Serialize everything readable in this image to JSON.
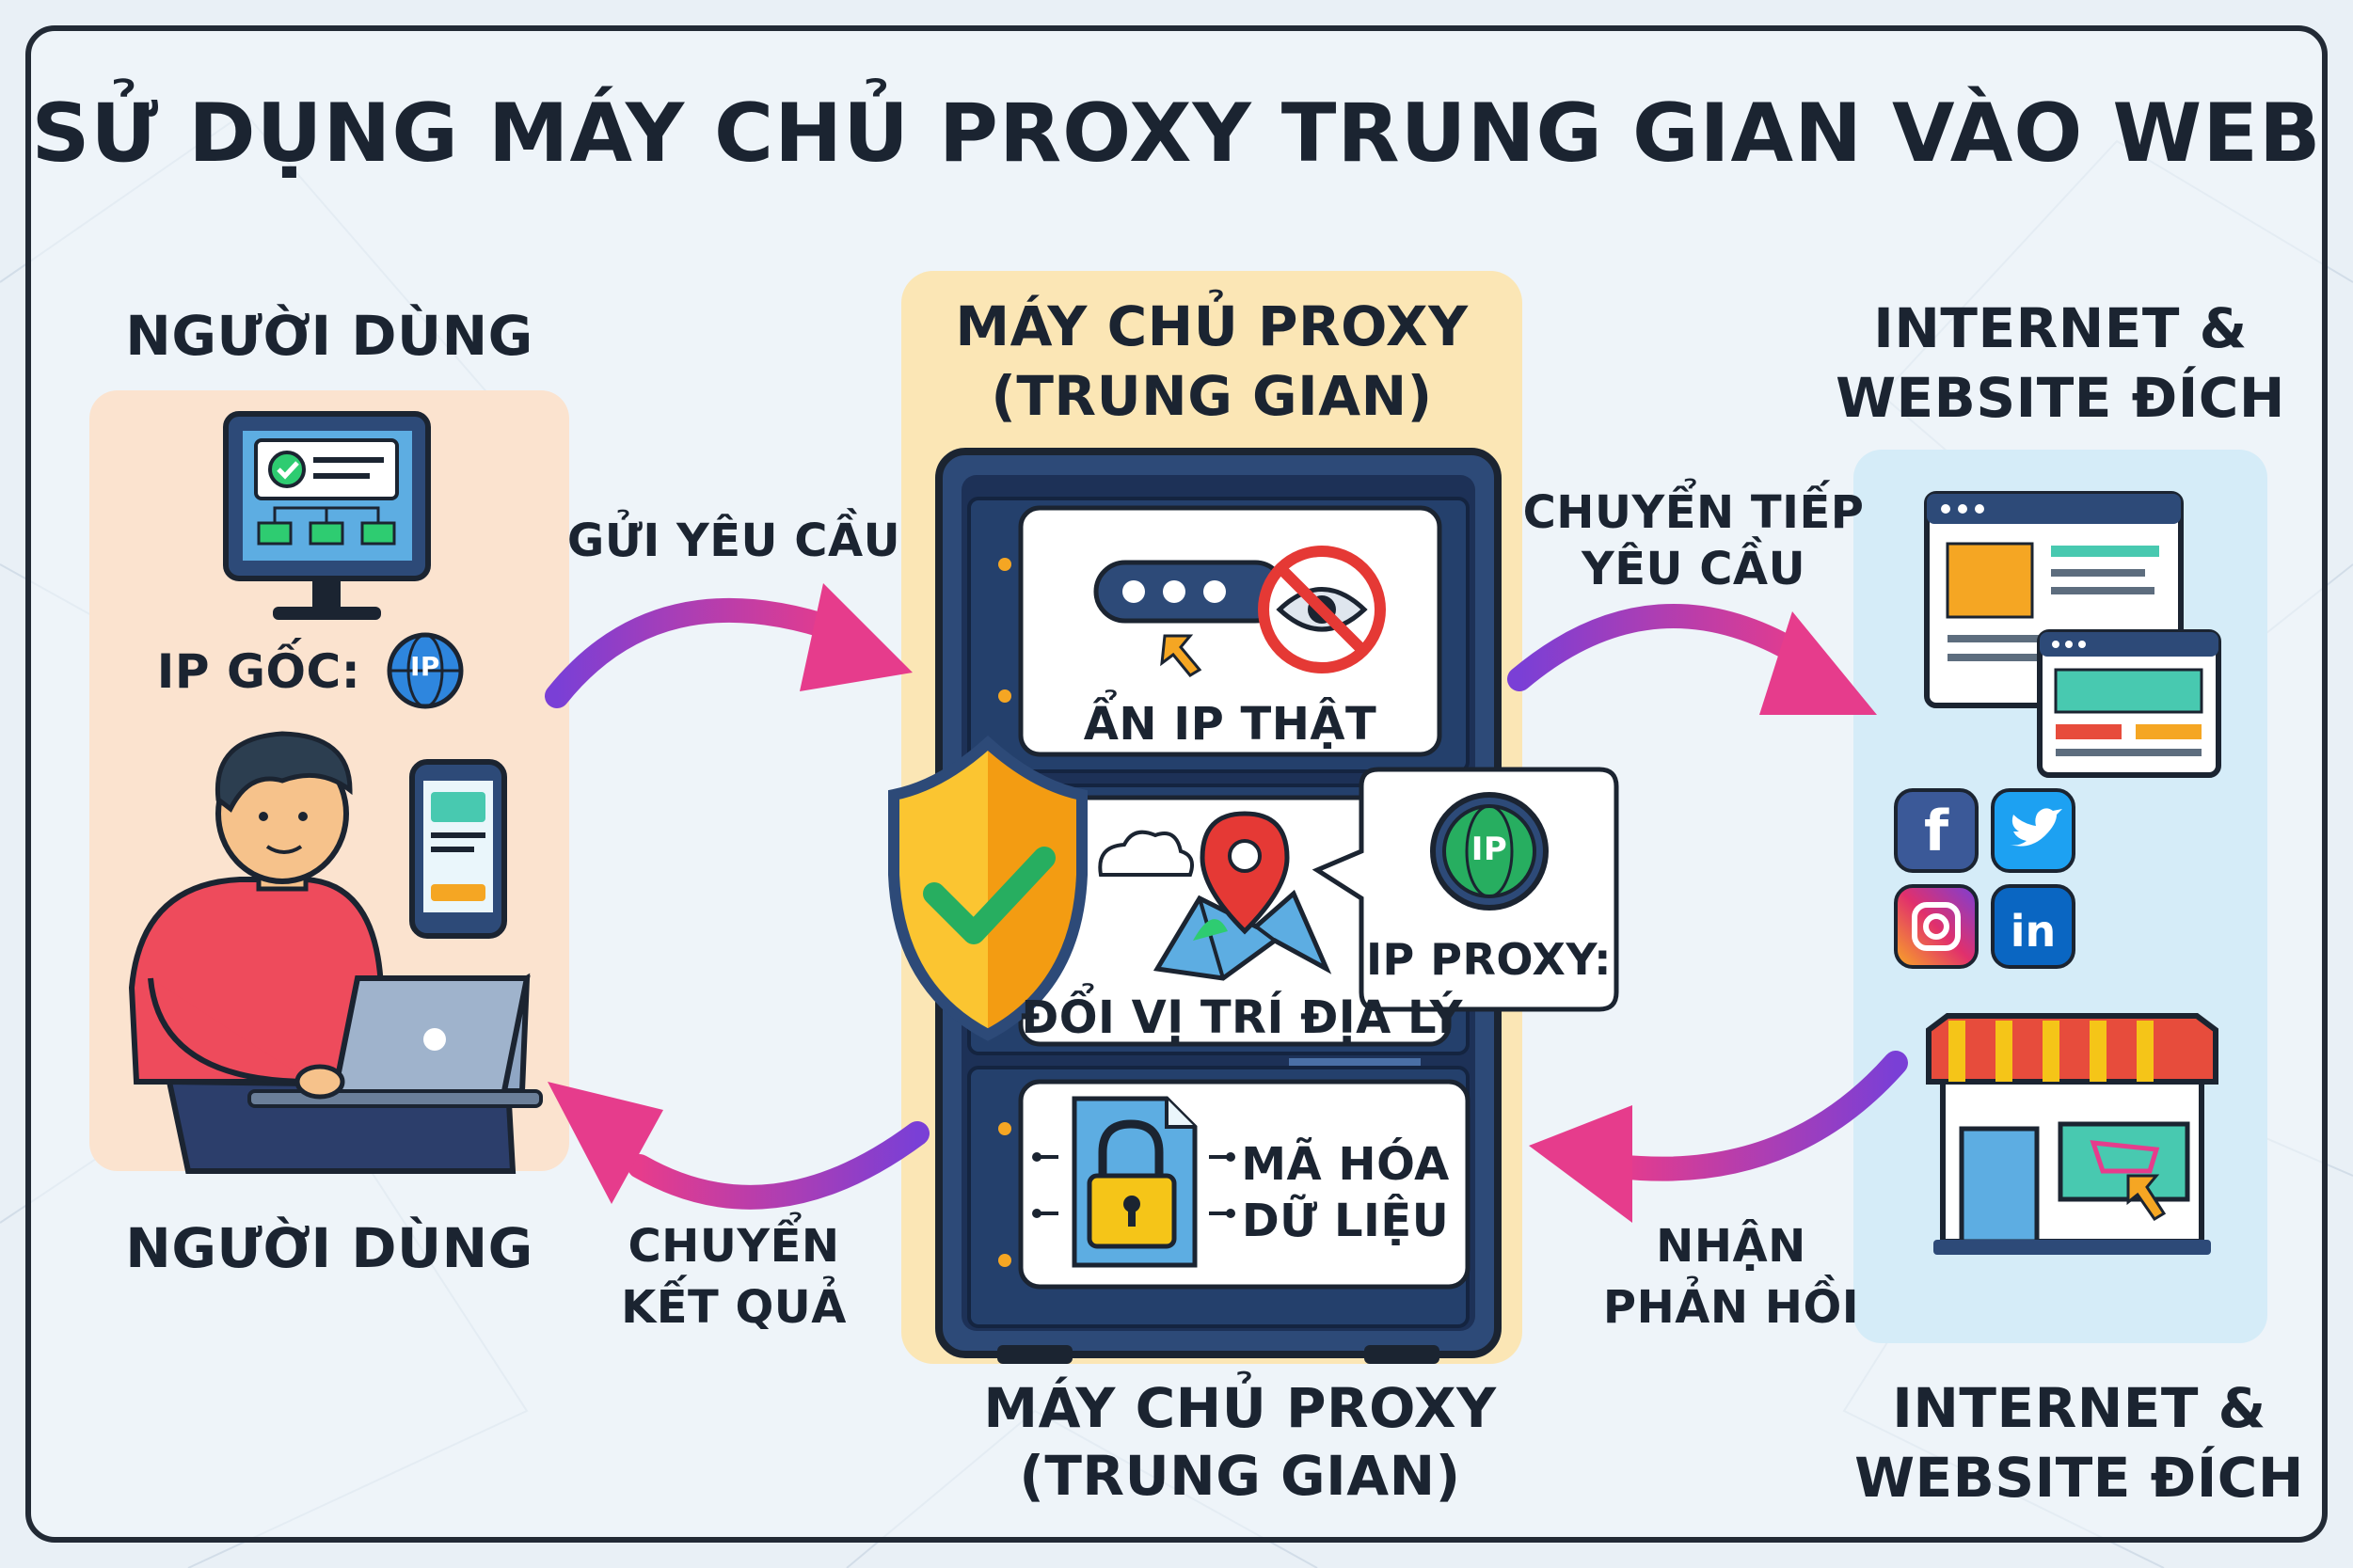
{
  "title": "SỬ DỤNG MÁY CHỦ PROXY TRUNG GIAN VÀO WEB",
  "colors": {
    "background": "#e9f0f6",
    "user_panel": "#fbe3cf",
    "proxy_panel": "#fbe6b5",
    "internet_panel": "#d5ecf8",
    "server": "#2d4a78",
    "server_dark": "#1d3157",
    "arrow_start": "#7a3fd6",
    "arrow_end": "#e63c8c",
    "shield": "#f5a623",
    "check": "#27ae60",
    "ban": "#e53935",
    "pin": "#e53935"
  },
  "user": {
    "label_top": "NGƯỜI DÙNG",
    "label_bottom": "NGƯỜI DÙNG",
    "ip_label": "IP GỐC:",
    "ip_badge": "IP",
    "icons": [
      "desktop-monitor-icon",
      "mobile-phone-icon",
      "person-laptop-icon",
      "ip-globe-icon"
    ]
  },
  "proxy": {
    "label_top_line1": "MÁY CHỦ PROXY",
    "label_top_line2": "(TRUNG GIAN)",
    "label_bottom_line1": "MÁY CHỦ PROXY",
    "label_bottom_line2": "(TRUNG GIAN)",
    "features": [
      {
        "label": "ẨN IP THẬT",
        "icon": "hidden-eye-icon"
      },
      {
        "label": "ĐỔI VỊ TRÍ ĐỊA LÝ",
        "icon": "map-pin-icon"
      },
      {
        "label_line1": "MÃ HÓA",
        "label_line2": "DỮ LIỆU",
        "icon": "lock-file-icon"
      }
    ],
    "ip_callout": "IP PROXY:",
    "ip_badge": "IP"
  },
  "internet": {
    "label_top_line1": "INTERNET &",
    "label_top_line2": "WEBSITE ĐÍCH",
    "label_bottom_line1": "INTERNET &",
    "label_bottom_line2": "WEBSITE ĐÍCH",
    "social": [
      {
        "icon": "facebook-icon",
        "glyph": "f",
        "color": "#3b5998"
      },
      {
        "icon": "twitter-icon",
        "glyph": "",
        "color": "#1da1f2"
      },
      {
        "icon": "instagram-icon",
        "glyph": "",
        "color": "#d6337a"
      },
      {
        "icon": "linkedin-icon",
        "glyph": "in",
        "color": "#0a66c2"
      }
    ]
  },
  "flows": {
    "send_request": "GỬI YÊU CẦU",
    "forward_line1": "CHUYỂN TIẾP",
    "forward_line2": "YÊU CẦU",
    "receive_line1": "NHẬN",
    "receive_line2": "PHẢN HỒI",
    "return_line1": "CHUYỂN",
    "return_line2": "KẾT QUẢ"
  }
}
